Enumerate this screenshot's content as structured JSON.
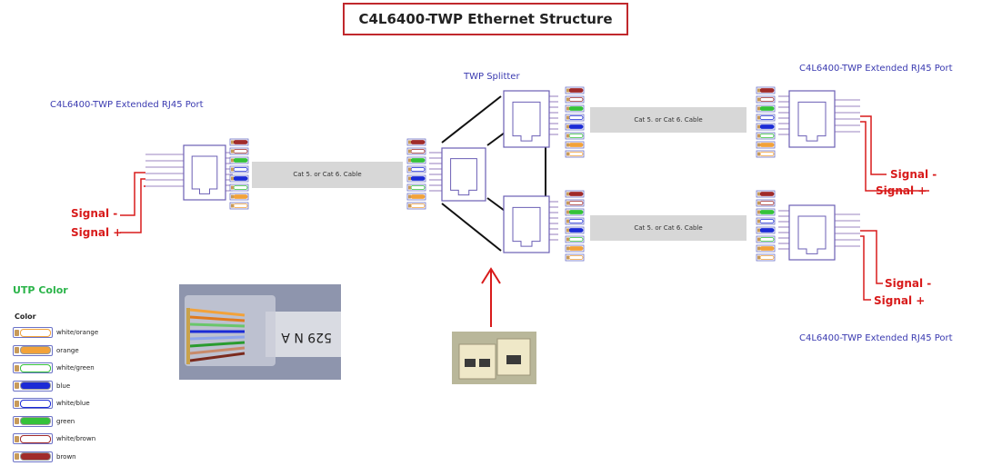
{
  "title": "C4L6400-TWP Ethernet Structure",
  "left_port": {
    "label": "C4L6400-TWP Extended RJ45 Port",
    "signal_minus": "Signal -",
    "signal_plus": "Signal +"
  },
  "splitter_label": "TWP Splitter",
  "right_top_port": {
    "label": "C4L6400-TWP Extended RJ45 Port",
    "signal_minus": "Signal -",
    "signal_plus": "Signal +"
  },
  "right_bottom_port": {
    "label": "C4L6400-TWP Extended RJ45 Port",
    "signal_minus": "Signal -",
    "signal_plus": "Signal +"
  },
  "cables": {
    "left": "Cat 5. or Cat 6. Cable",
    "top": "Cat 5. or Cat 6. Cable",
    "bottom": "Cat 5. or Cat 6. Cable"
  },
  "legend": {
    "title": "UTP Color",
    "header": "Color",
    "items": [
      {
        "label": "white/orange",
        "color": "#f2a23a",
        "striped": true
      },
      {
        "label": "orange",
        "color": "#f2a23a",
        "striped": false
      },
      {
        "label": "white/green",
        "color": "#35c23a",
        "striped": true
      },
      {
        "label": "blue",
        "color": "#1b2bd6",
        "striped": false
      },
      {
        "label": "white/blue",
        "color": "#1b2bd6",
        "striped": true
      },
      {
        "label": "green",
        "color": "#35c23a",
        "striped": false
      },
      {
        "label": "white/brown",
        "color": "#a02b2b",
        "striped": true
      },
      {
        "label": "brown",
        "color": "#a02b2b",
        "striped": false
      }
    ]
  },
  "photo_text": "529 N A"
}
